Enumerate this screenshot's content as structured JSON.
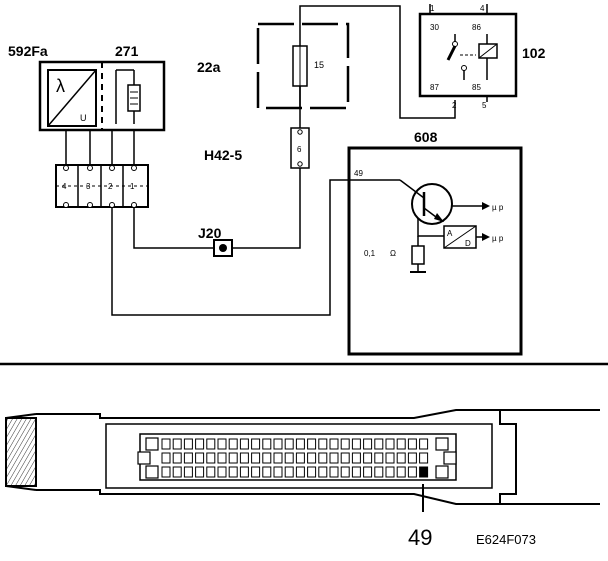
{
  "labels": {
    "sensor": "592Fa",
    "heater": "271",
    "fuse_box": "22a",
    "relay": "102",
    "ecu": "608",
    "connector": "H42-5",
    "junction": "J20",
    "pin_callout": "49",
    "figure_code": "E624F073"
  },
  "sensor_symbols": {
    "lambda": "λ",
    "voltage": "U"
  },
  "fuse": {
    "number": "15"
  },
  "connector": {
    "pin": "6"
  },
  "relay_pins": {
    "p30": "30",
    "p86": "86",
    "p87": "87",
    "p85": "85",
    "top_left": "1",
    "top_right": "4",
    "bottom_left": "2",
    "bottom_right": "5"
  },
  "plug_pins": [
    "4",
    "3",
    "2",
    "1"
  ],
  "ecu_internal": {
    "pin": "49",
    "resistor_value": "0,1",
    "ohm": "Ω",
    "mu_p_1": "µ p",
    "mu_p_2": "µ p",
    "adc_a": "A",
    "adc_d": "D"
  },
  "colors": {
    "ink": "#000000",
    "paper": "#ffffff"
  }
}
